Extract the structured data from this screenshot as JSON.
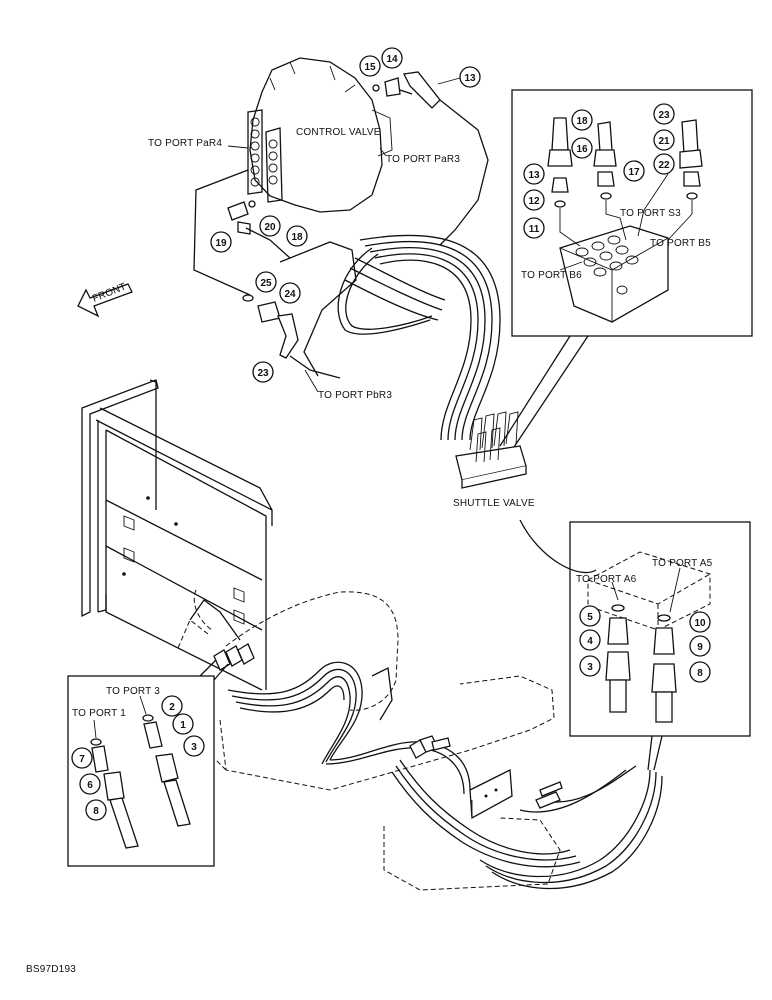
{
  "labels": {
    "control_valve": "CONTROL VALVE",
    "to_port_par4": "TO PORT PaR4",
    "to_port_par3": "TO PORT PaR3",
    "to_port_pbr3": "TO PORT PbR3",
    "front": "FRONT",
    "to_port_s3": "TO PORT S3",
    "to_port_b5": "TO PORT B5",
    "to_port_b6": "TO PORT B6",
    "shuttle_valve": "SHUTTLE VALVE",
    "to_port_a5": "TO PORT A5",
    "to_port_a6": "TO PORT A6",
    "to_port_3": "TO PORT 3",
    "to_port_1": "TO PORT 1",
    "drawing_code": "BS97D193"
  },
  "callouts": {
    "c13_top": "13",
    "c14": "14",
    "c15": "15",
    "c20": "20",
    "c19": "19",
    "c18_top": "18",
    "c25": "25",
    "c24": "24",
    "c23_top": "23",
    "c18_box": "18",
    "c16": "16",
    "c13_box": "13",
    "c17": "17",
    "c12": "12",
    "c11": "11",
    "c23_box": "23",
    "c21": "21",
    "c22": "22",
    "c5": "5",
    "c4": "4",
    "c3_right": "3",
    "c10": "10",
    "c9": "9",
    "c8_right": "8",
    "c2": "2",
    "c1": "1",
    "c3_left": "3",
    "c7": "7",
    "c6": "6",
    "c8_left": "8"
  }
}
